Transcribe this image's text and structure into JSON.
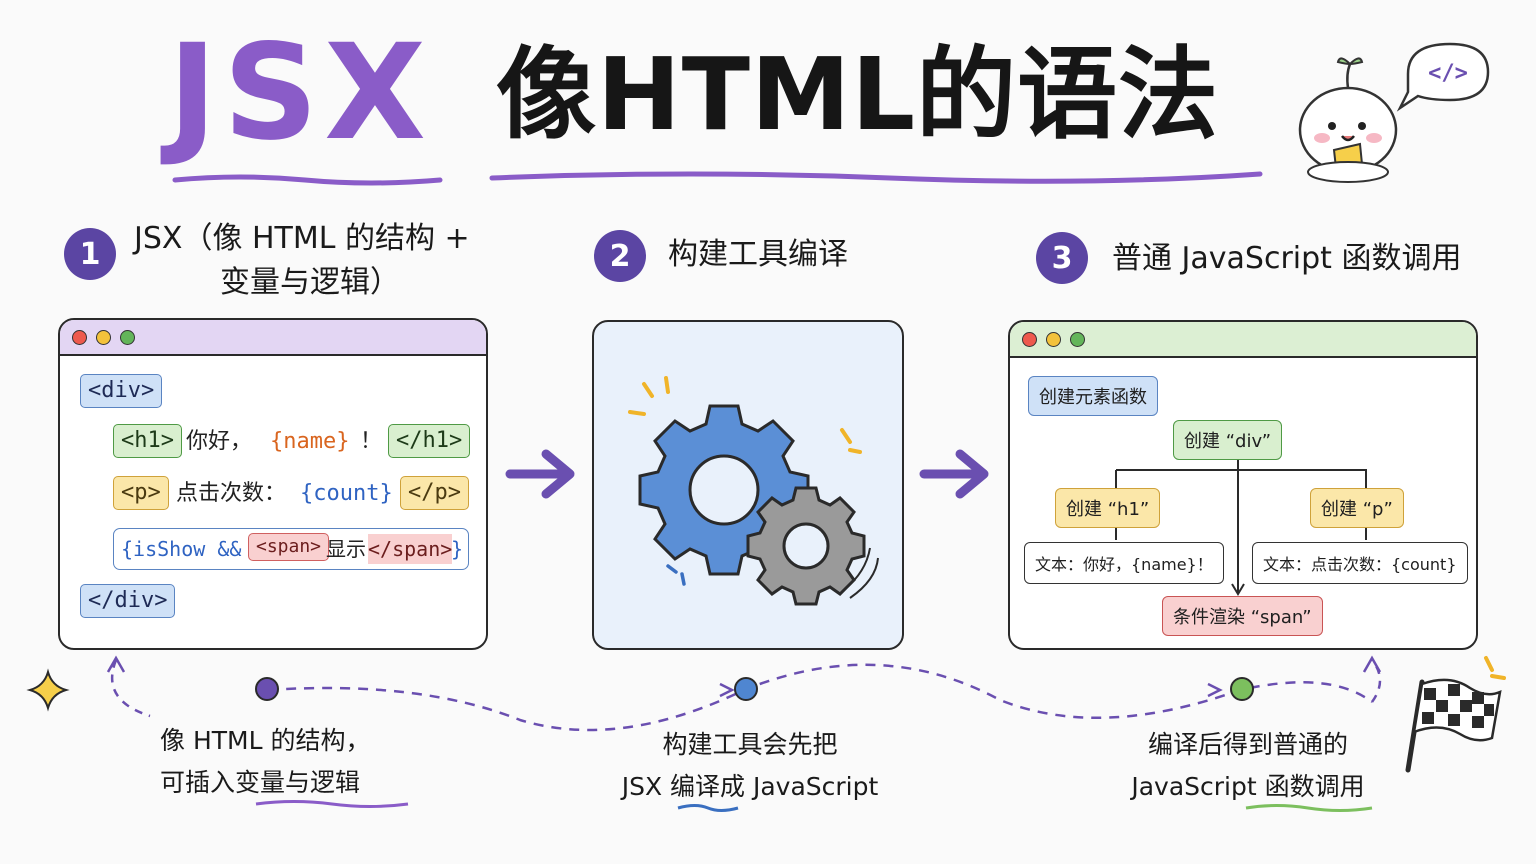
{
  "title": {
    "jsx": "JSX",
    "rest": "像HTML的语法"
  },
  "steps": [
    {
      "num": "1",
      "line1": "JSX（像 HTML 的结构 +",
      "line2": "变量与逻辑）"
    },
    {
      "num": "2",
      "label": "构建工具编译"
    },
    {
      "num": "3",
      "label": "普通 JavaScript 函数调用"
    }
  ],
  "code_panel": {
    "div_open": "<div>",
    "h1_open": "<h1>",
    "h1_text": "你好，",
    "h1_var": "{name}",
    "h1_bang": "！",
    "h1_close": "</h1>",
    "p_open": "<p>",
    "p_text": "点击次数：",
    "p_var": "{count}",
    "p_close": "</p>",
    "cond_prefix": "{isShow &&",
    "span_open": "<span>",
    "span_text": "显示",
    "span_close": "</span>",
    "cond_suffix": "}",
    "div_close": "</div>"
  },
  "tree_panel": {
    "header": "创建元素函数",
    "root": "创建 “div”",
    "child_h1": "创建 “h1”",
    "child_p": "创建 “p”",
    "text_h1": "文本：你好，{name}！",
    "text_p": "文本：点击次数：{count}",
    "cond": "条件渲染 “span”"
  },
  "captions": {
    "c1_line1": "像 HTML 的结构，",
    "c1_line2": "可插入变量与逻辑",
    "c2_line1": "构建工具会先把",
    "c2_line2": "JSX 编译成 JavaScript",
    "c3_line1": "编译后得到普通的",
    "c3_line2": "JavaScript 函数调用"
  },
  "mascot_bubble": "</>",
  "colors": {
    "purple": "#8a5cc8",
    "step_circle": "#5b45a3",
    "gear_blue": "#5b8fd6",
    "gear_gray": "#9a9a9a",
    "dot_purple": "#6a4fb0",
    "dot_blue": "#4f86d1",
    "dot_green": "#7cbf5e"
  }
}
